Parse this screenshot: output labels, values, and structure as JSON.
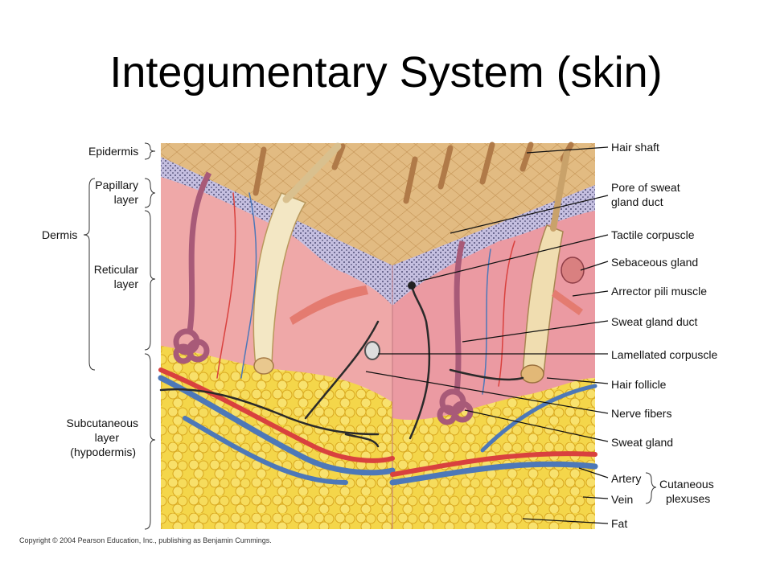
{
  "title": "Integumentary System (skin)",
  "left_labels": {
    "epidermis": "Epidermis",
    "papillary": [
      "Papillary",
      "layer"
    ],
    "dermis": "Dermis",
    "reticular": [
      "Reticular",
      "layer"
    ],
    "subcutaneous": [
      "Subcutaneous",
      "layer",
      "(hypodermis)"
    ]
  },
  "right_labels": [
    [
      "Hair shaft"
    ],
    [
      "Pore of sweat",
      "gland duct"
    ],
    [
      "Tactile corpuscle"
    ],
    [
      "Sebaceous gland"
    ],
    [
      "Arrector pili muscle"
    ],
    [
      "Sweat gland duct"
    ],
    [
      "Lamellated corpuscle"
    ],
    [
      "Hair follicle"
    ],
    [
      "Nerve fibers"
    ],
    [
      "Sweat gland"
    ],
    [
      "Artery"
    ],
    [
      "Vein"
    ],
    [
      "Fat"
    ]
  ],
  "plexus_label": [
    "Cutaneous",
    "plexuses"
  ],
  "copyright": "Copyright © 2004 Pearson Education, Inc., publishing as Benjamin Cummings.",
  "colors": {
    "dermis": "#efa8a8",
    "dermis_dark": "#e48e96",
    "epidermis": "#b9b3d6",
    "surface": "#e3bd84",
    "fat": "#f2d23a",
    "artery": "#d9413e",
    "vein": "#4d78b8",
    "hair": "#b98552",
    "nerve": "#2a2a2a"
  }
}
